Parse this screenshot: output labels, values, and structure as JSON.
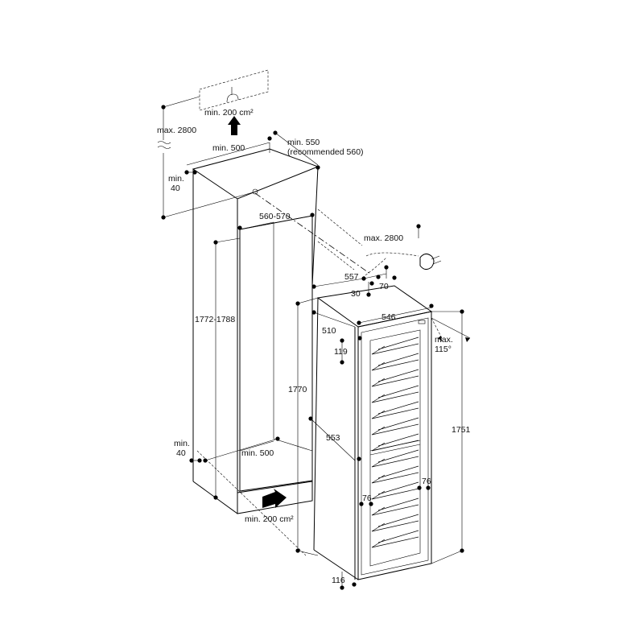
{
  "labels": {
    "vent_top": "min. 200 cm²",
    "max_height_top": "max. 2800",
    "niche_depth_top": "min. 500",
    "depth_front": "min. 550",
    "depth_recommended": "(recommended 560)",
    "plinth_top_a": "min.",
    "plinth_top_b": "40",
    "niche_width": "560-570",
    "niche_height": "1772-1788",
    "max_height_socket": "max. 2800",
    "dim_557": "557",
    "dim_30": "30",
    "dim_70": "70",
    "dim_546": "546",
    "dim_510": "510",
    "dim_119": "119",
    "door_angle_a": "max.",
    "door_angle_b": "115°",
    "dim_1770": "1770",
    "dim_553": "553",
    "dim_1751": "1751",
    "plinth_bottom_a": "min.",
    "plinth_bottom_b": "40",
    "niche_depth_bottom": "min. 500",
    "vent_bottom": "min. 200 cm²",
    "dim_76_left": "76",
    "dim_76_right": "76",
    "dim_116": "116"
  },
  "icons": [
    "vent-arrow-up-icon",
    "vent-arrow-right-icon",
    "power-plug-icon",
    "socket-icon"
  ],
  "colors": {
    "line": "#000000",
    "background": "#ffffff"
  }
}
